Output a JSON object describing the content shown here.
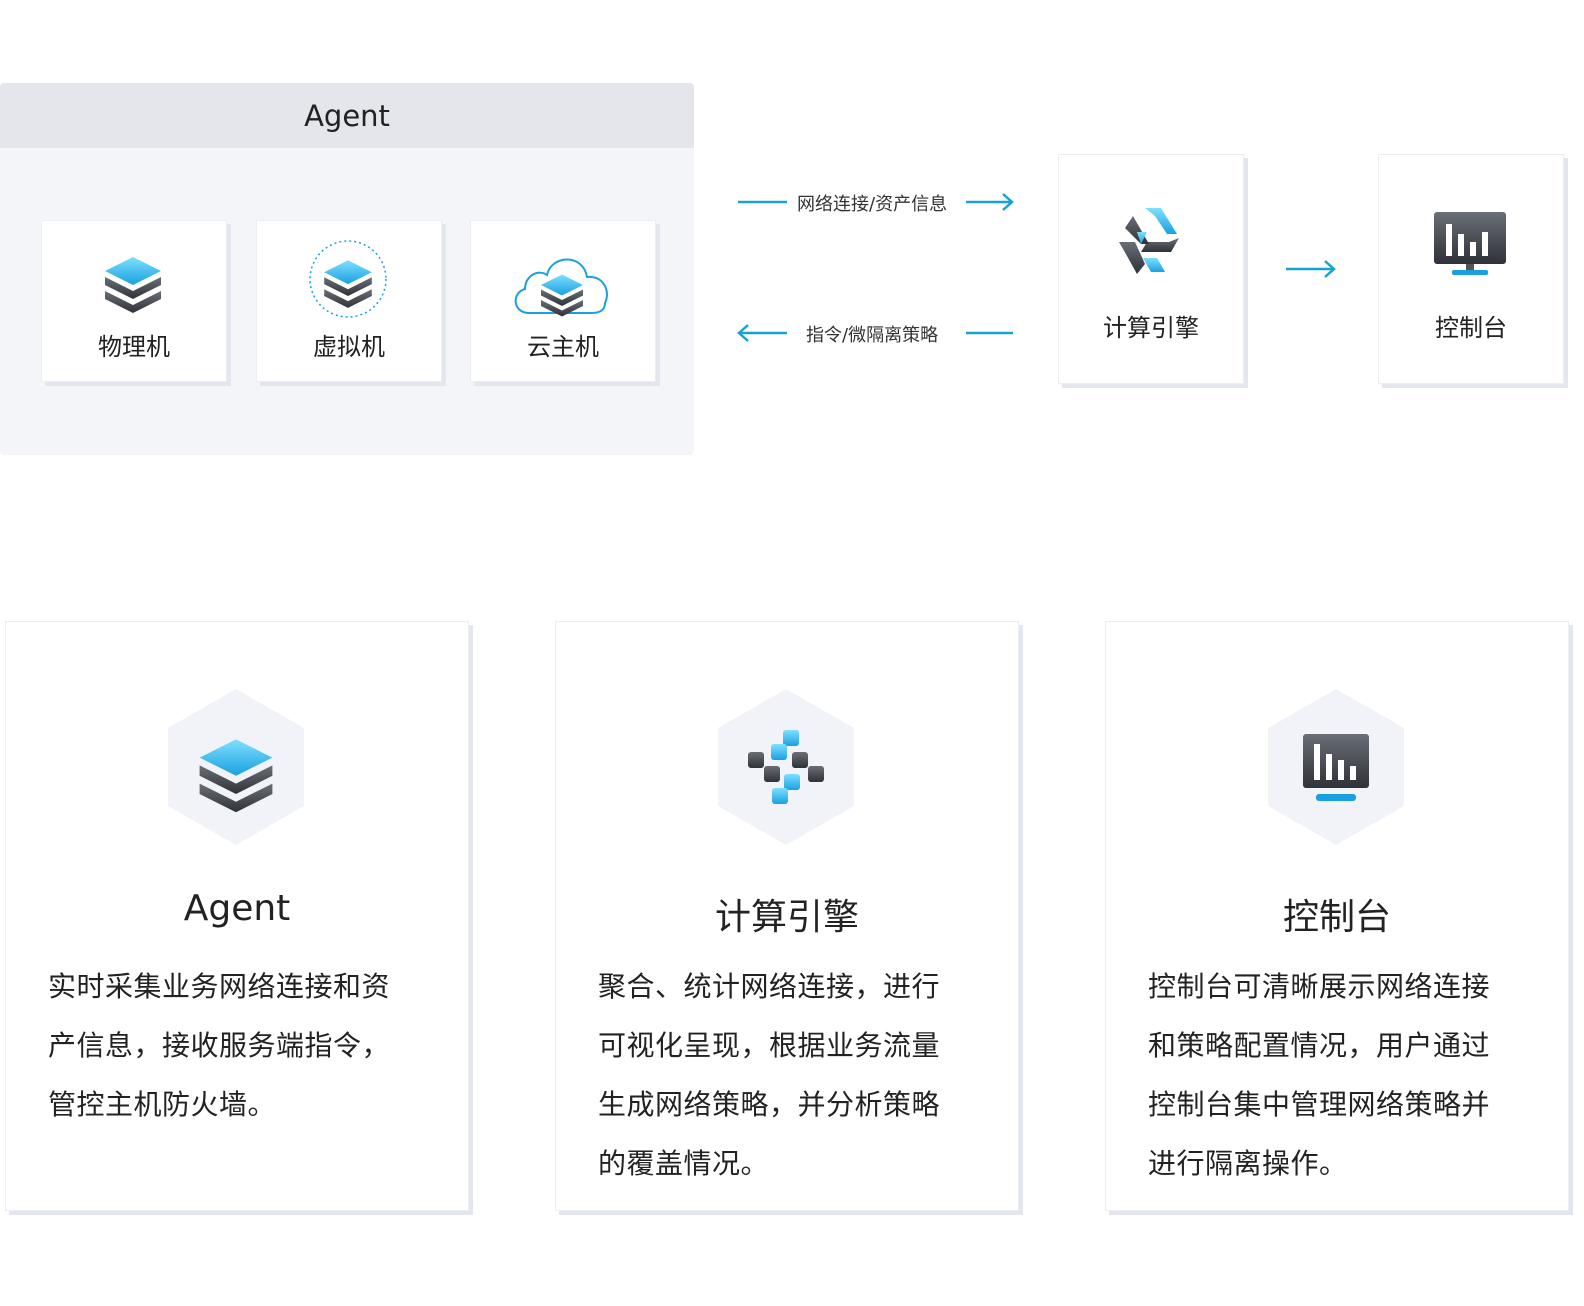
{
  "agent_panel": {
    "title": "Agent",
    "hosts": [
      {
        "label": "物理机",
        "icon": "server-stack-icon"
      },
      {
        "label": "虚拟机",
        "icon": "virtual-server-icon"
      },
      {
        "label": "云主机",
        "icon": "cloud-server-icon"
      }
    ]
  },
  "flows": {
    "upstream": "网络连接/资产信息",
    "downstream": "指令/微隔离策略"
  },
  "nodes": {
    "engine": {
      "label": "计算引擎",
      "icon": "engine-swirl-icon"
    },
    "console": {
      "label": "控制台",
      "icon": "monitor-chart-icon"
    }
  },
  "cards": [
    {
      "title": "Agent",
      "icon": "server-stack-icon",
      "lines": [
        "实时采集业务网络连接和资",
        "产信息，接收服务端指令，",
        "管控主机防火墙。"
      ]
    },
    {
      "title": "计算引擎",
      "icon": "blocks-icon",
      "lines": [
        "聚合、统计网络连接，进行",
        "可视化呈现，根据业务流量",
        "生成网络策略，并分析策略",
        "的覆盖情况。"
      ]
    },
    {
      "title": "控制台",
      "icon": "monitor-chart-icon",
      "lines": [
        "控制台可清晰展示网络连接",
        "和策略配置情况，用户通过",
        "控制台集中管理网络策略并",
        "进行隔离操作。"
      ]
    }
  ],
  "colors": {
    "accent": "#17a3d1",
    "panel": "#f4f5f9",
    "header": "#e4e6ec",
    "dark": "#3a3d44"
  }
}
